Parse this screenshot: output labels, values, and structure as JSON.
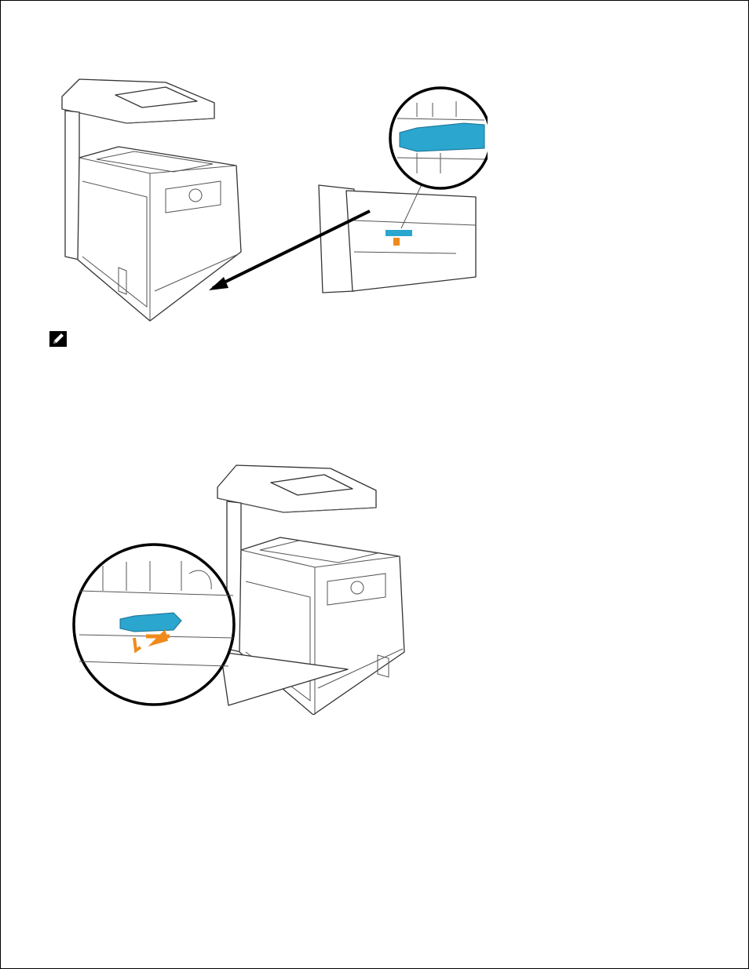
{
  "page": {
    "figures": [
      {
        "id": "figure-1",
        "icon": "printer-left-cover-open-illustration"
      },
      {
        "id": "figure-2",
        "icon": "printer-roller-lever-illustration"
      }
    ],
    "note": {
      "icon": "pencil-note-icon"
    },
    "colors": {
      "roller": "#2aa6cf",
      "arrow_marker": "#f08a1c",
      "ink": "#000000"
    }
  }
}
